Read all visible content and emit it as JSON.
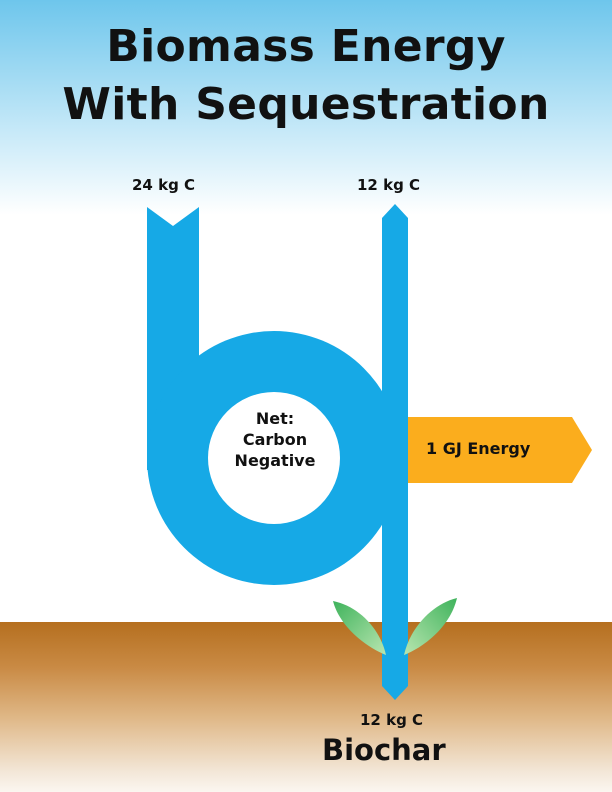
{
  "title": {
    "line1": "Biomass Energy",
    "line2": "With Sequestration"
  },
  "flows": {
    "input_label": "24 kg C",
    "emission_label": "12 kg C",
    "sequestered_label": "12 kg C",
    "sequestered_name": "Biochar"
  },
  "center": {
    "line1": "Net:",
    "line2": "Carbon",
    "line3": "Negative"
  },
  "energy": {
    "label": "1 GJ Energy"
  },
  "colors": {
    "flow": "#16a9e6",
    "energy": "#fbad1d",
    "leaf": "#4fbe6a",
    "soil": "#b56f1f",
    "sky": "#6ec6ec"
  }
}
